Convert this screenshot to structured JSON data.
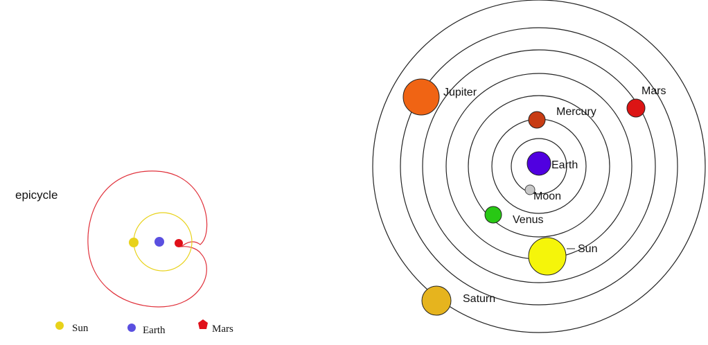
{
  "epicycle_diagram": {
    "title": "epicycle",
    "legend": [
      {
        "label": "Sun",
        "color": "#e8d21a",
        "icon": "sun-dot-icon"
      },
      {
        "label": "Earth",
        "color": "#5a4fe0",
        "icon": "earth-dot-icon"
      },
      {
        "label": "Mars",
        "color": "#e0101a",
        "icon": "mars-pentagon-icon"
      }
    ],
    "colors": {
      "epicycle_path": "#e0303a",
      "deferent": "#e8d21a",
      "sun": "#e8d21a",
      "earth": "#5a4fe0",
      "mars": "#e0101a"
    }
  },
  "geocentric_diagram": {
    "bodies": [
      {
        "id": "earth",
        "label": "Earth",
        "color": "#5000e0"
      },
      {
        "id": "moon",
        "label": "Moon",
        "color": "#c8c8c8"
      },
      {
        "id": "mercury",
        "label": "Mercury",
        "color": "#c83c14"
      },
      {
        "id": "venus",
        "label": "Venus",
        "color": "#28c814"
      },
      {
        "id": "sun",
        "label": "Sun",
        "color": "#f5f50a"
      },
      {
        "id": "mars",
        "label": "Mars",
        "color": "#dc1414"
      },
      {
        "id": "jupiter",
        "label": "Jupiter",
        "color": "#f06414"
      },
      {
        "id": "saturn",
        "label": "Saturn",
        "color": "#e6b41e"
      }
    ]
  }
}
